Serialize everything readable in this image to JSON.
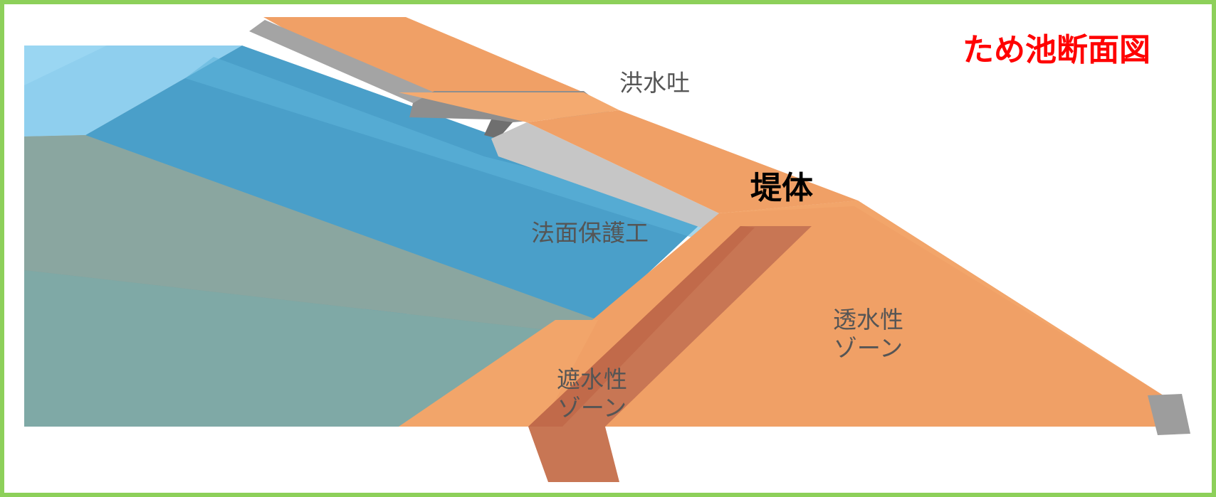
{
  "title": "ため池断面図",
  "labels": {
    "spillway": "洪水吐",
    "embankment": "堤体",
    "slope_protection": "法面保護工",
    "permeable_zone_line1": "透水性",
    "permeable_zone_line2": "ゾーン",
    "impermeable_zone_line1": "遮水性",
    "impermeable_zone_line2": "ゾーン"
  },
  "colors": {
    "frame": "#8dd05a",
    "title": "#ff0000",
    "embankment": "#f0a066",
    "water": "#5aaed6",
    "core": "#c4704e",
    "concrete": "#9a9a9a"
  }
}
